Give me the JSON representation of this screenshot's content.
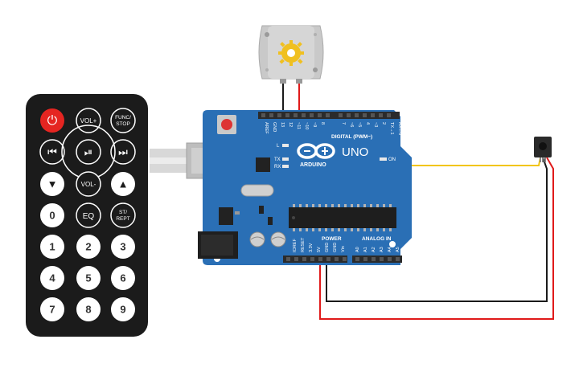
{
  "remote": {
    "buttons": {
      "power": "⏻",
      "vol_up": "VOL+",
      "func_stop_line1": "FUNC/",
      "func_stop_line2": "STOP",
      "rewind": "⏮",
      "play_pause": "⏯",
      "forward": "⏭",
      "down": "▼",
      "vol_down": "VOL-",
      "up": "▲",
      "zero": "0",
      "eq": "EQ",
      "st_rept_line1": "ST/",
      "st_rept_line2": "REPT",
      "one": "1",
      "two": "2",
      "three": "3",
      "four": "4",
      "five": "5",
      "six": "6",
      "seven": "7",
      "eight": "8",
      "nine": "9"
    }
  },
  "arduino": {
    "brand": "ARDUINO",
    "model": "UNO",
    "digital_label": "DIGITAL (PWM~)",
    "power_label": "POWER",
    "analog_label": "ANALOG IN",
    "on_label": "ON",
    "led_l": "L",
    "led_tx": "TX",
    "led_rx": "RX",
    "digital_pins": [
      "AREF",
      "GND",
      "13",
      "12",
      "~11",
      "~10",
      "~9",
      "8",
      "7",
      "~6",
      "~5",
      "4",
      "~3",
      "2",
      "TX→1",
      "RX←0"
    ],
    "power_pins": [
      "IOREF",
      "RESET",
      "3.3V",
      "5V",
      "GND",
      "GND",
      "Vin"
    ],
    "analog_pins": [
      "A0",
      "A1",
      "A2",
      "A3",
      "A4",
      "A5"
    ]
  },
  "colors": {
    "board": "#2a6fb5",
    "board_dark": "#1f5a95",
    "remote_body": "#1b1b1b",
    "power_button": "#e52521",
    "wire_black": "#1a1a1a",
    "wire_red": "#e01a1a",
    "wire_yellow": "#f2c511",
    "motor": "#cfcfcf",
    "motor_gear": "#f0c020"
  }
}
